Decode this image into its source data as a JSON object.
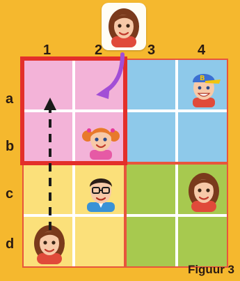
{
  "columns": [
    "1",
    "2",
    "3",
    "4"
  ],
  "rows": [
    "a",
    "b",
    "c",
    "d"
  ],
  "figure_label": "Figuur 3",
  "colors": {
    "background": "#f5b82e",
    "pink": "#f3b3d8",
    "blue": "#8ec9ea",
    "yellow": "#fbe07a",
    "green": "#a7c94f",
    "quadrant_border": "#e8553c",
    "highlight_border": "#e32f2a",
    "move_arrow": "#a24ed6"
  },
  "board": [
    [
      "",
      "",
      "",
      "boy-cap"
    ],
    [
      "",
      "girl-pigtails",
      "",
      ""
    ],
    [
      "",
      "man-glasses",
      "",
      "woman"
    ],
    [
      "woman",
      "",
      "",
      ""
    ]
  ],
  "card_piece": "woman",
  "highlighted_quadrant": "top-left"
}
